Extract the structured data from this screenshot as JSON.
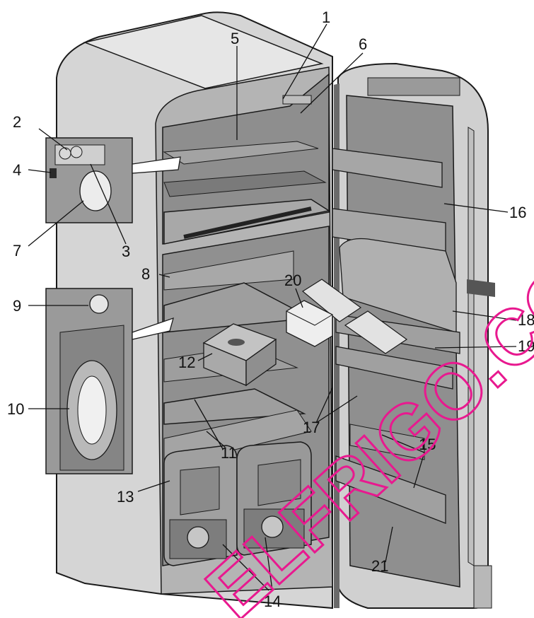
{
  "diagram": {
    "labels": [
      "1",
      "2",
      "3",
      "4",
      "5",
      "6",
      "7",
      "8",
      "9",
      "10",
      "11",
      "12",
      "13",
      "14",
      "15",
      "16",
      "17",
      "18",
      "19",
      "20",
      "21"
    ]
  },
  "watermark": {
    "text": "ELFRIGO.CO",
    "color": "#e8198f"
  },
  "colors": {
    "cabinet": "#d4d4d4",
    "interior": "#8c8c8c",
    "shelf": "#6e6e6e",
    "outline": "#1a1a1a"
  }
}
